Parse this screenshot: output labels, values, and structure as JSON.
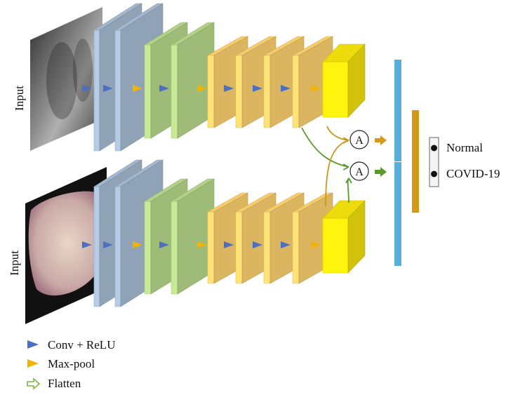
{
  "inputs": [
    {
      "label": "Input",
      "image": "chest x-ray"
    },
    {
      "label": "Input",
      "image": "tongue photo"
    }
  ],
  "attention_symbol": "A",
  "outputs": [
    "Normal",
    "COVID-19"
  ],
  "legend": [
    {
      "icon": "blue-triangle",
      "color": "#4a6fc4",
      "label": "Conv + ReLU"
    },
    {
      "icon": "orange-triangle",
      "color": "#f2b400",
      "label": "Max-pool"
    },
    {
      "icon": "hollow-arrow",
      "color": "#7ab648",
      "label": "Flatten"
    }
  ],
  "colors": {
    "conv_block": "#a8bdd4",
    "green_block": "#b9d98c",
    "yellow_block": "#ffd26e",
    "final_block": "#f5e20c",
    "fc_blue": "#5aaedb",
    "fc_orange": "#d4991a",
    "path_orange": "#c79a1e",
    "path_green": "#5a9a2a"
  }
}
